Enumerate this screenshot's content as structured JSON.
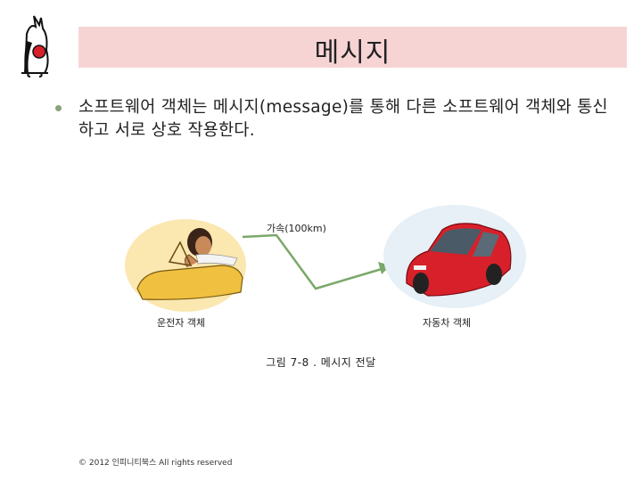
{
  "header": {
    "title": "메시지"
  },
  "body": {
    "bullet": "소프트웨어 객체는 메시지(message)를 통해 다른 소프트웨어 객체와 통신하고 서로 상호 작용한다."
  },
  "figure": {
    "driver_label": "운전자 객체",
    "car_label": "자동차 객체",
    "message_label": "가속(100km)",
    "caption": "그림 7-8 . 메시지 전달"
  },
  "footer": {
    "text": "© 2012 인피니티북스 All rights reserved"
  },
  "colors": {
    "title_bar": "#f7d4d4",
    "arrow": "#7aa86a",
    "car": "#d8202a",
    "bullet": "#8aa37a"
  }
}
